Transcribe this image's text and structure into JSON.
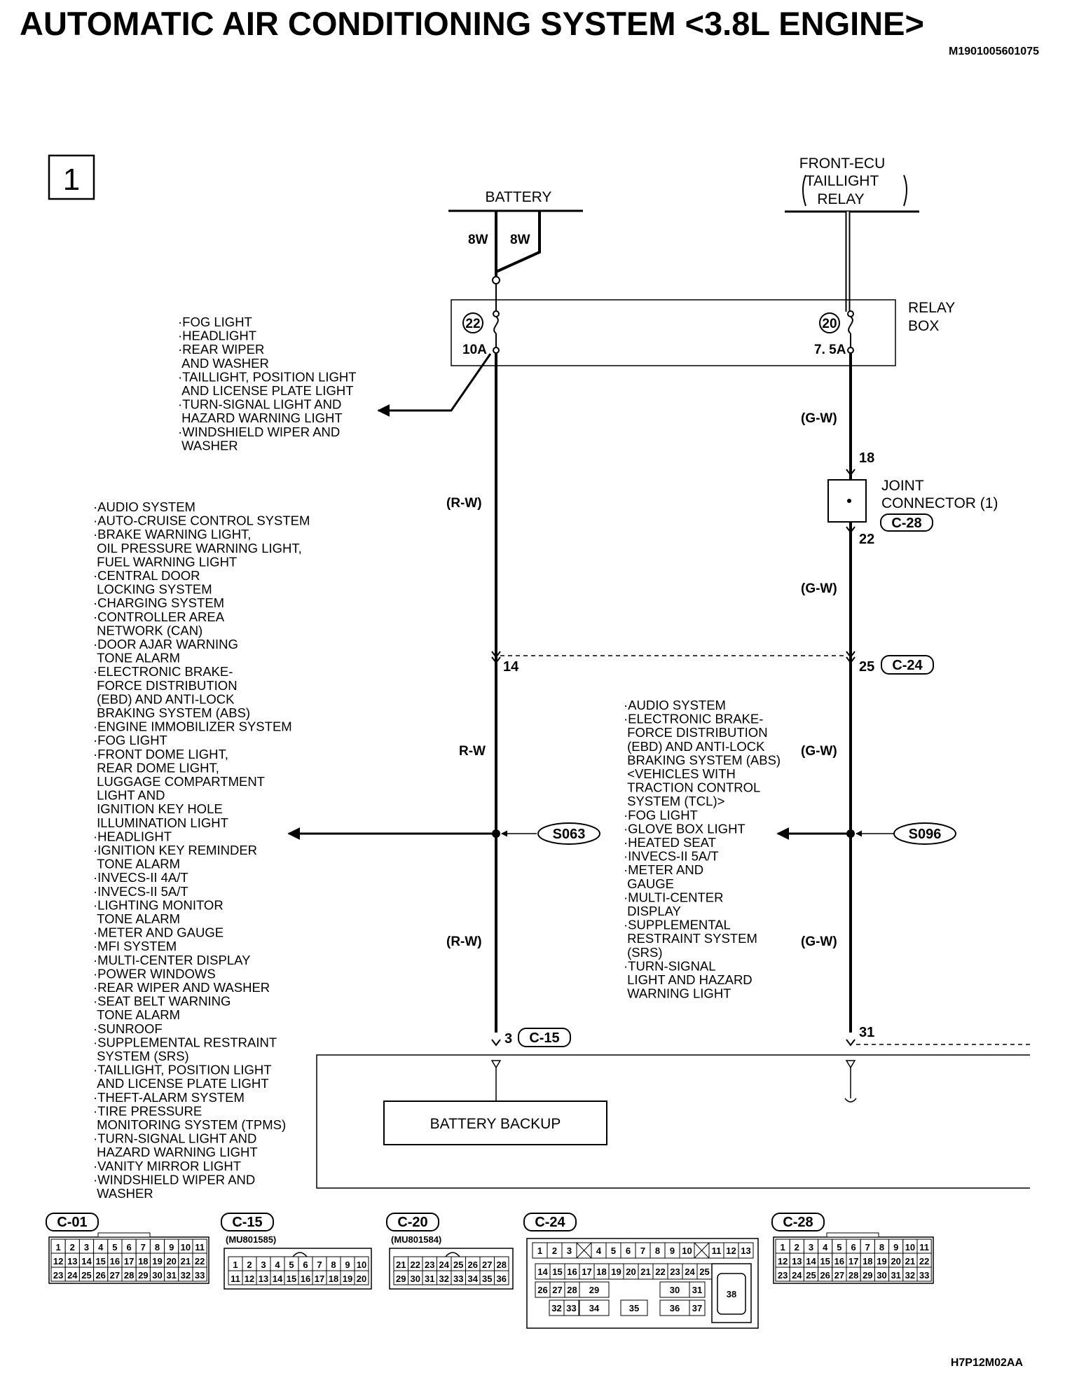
{
  "title": "AUTOMATIC AIR CONDITIONING SYSTEM <3.8L ENGINE>",
  "doc_code": "M1901005601075",
  "page_box": "1",
  "battery": "BATTERY",
  "front_ecu": [
    "FRONT-ECU",
    "TAILLIGHT",
    "RELAY"
  ],
  "relay_box": [
    "RELAY",
    "BOX"
  ],
  "wires": {
    "w8a": "8W",
    "w8b": "8W",
    "rw1": "(R-W)",
    "rw2": "R-W",
    "rw3": "(R-W)",
    "gw1": "(G-W)",
    "gw2": "(G-W)",
    "gw3": "(G-W)",
    "gw4": "(G-W)"
  },
  "fuses": {
    "left_num": "22",
    "left_amp": "10A",
    "right_num": "20",
    "right_amp": "7. 5A"
  },
  "joint": {
    "pin_top": "18",
    "pin_bottom": "22",
    "label": [
      "JOINT",
      "CONNECTOR (1)"
    ],
    "tag": "C-28"
  },
  "pins": {
    "p14": "14",
    "p25": "25",
    "c24": "C-24",
    "p3": "3",
    "c15": "C-15",
    "p31": "31"
  },
  "splices": {
    "left": "S063",
    "right": "S096"
  },
  "battery_backup": "BATTERY BACKUP",
  "fuse_list": [
    "·FOG LIGHT",
    "·HEADLIGHT",
    "·REAR WIPER",
    " AND WASHER",
    "·TAILLIGHT, POSITION LIGHT",
    " AND LICENSE PLATE LIGHT",
    "·TURN-SIGNAL LIGHT AND",
    " HAZARD WARNING LIGHT",
    "·WINDSHIELD WIPER AND",
    " WASHER"
  ],
  "left_list": [
    "·AUDIO SYSTEM",
    "·AUTO-CRUISE CONTROL SYSTEM",
    "·BRAKE WARNING LIGHT,",
    " OIL PRESSURE WARNING LIGHT,",
    " FUEL WARNING LIGHT",
    "·CENTRAL DOOR",
    " LOCKING SYSTEM",
    "·CHARGING SYSTEM",
    "·CONTROLLER AREA",
    " NETWORK (CAN)",
    "·DOOR AJAR WARNING",
    " TONE ALARM",
    "·ELECTRONIC BRAKE-",
    " FORCE DISTRIBUTION",
    " (EBD) AND ANTI-LOCK",
    " BRAKING SYSTEM (ABS)",
    "·ENGINE IMMOBILIZER SYSTEM",
    "·FOG LIGHT",
    "·FRONT DOME LIGHT,",
    " REAR DOME LIGHT,",
    " LUGGAGE COMPARTMENT",
    " LIGHT AND",
    " IGNITION KEY HOLE",
    " ILLUMINATION LIGHT",
    "·HEADLIGHT",
    "·IGNITION KEY REMINDER",
    " TONE ALARM",
    "·INVECS-II 4A/T",
    "·INVECS-II 5A/T",
    "·LIGHTING MONITOR",
    " TONE ALARM",
    "·METER AND GAUGE",
    "·MFI SYSTEM",
    "·MULTI-CENTER DISPLAY",
    "·POWER WINDOWS",
    "·REAR WIPER AND WASHER",
    "·SEAT BELT WARNING",
    " TONE ALARM",
    "·SUNROOF",
    "·SUPPLEMENTAL RESTRAINT",
    " SYSTEM (SRS)",
    "·TAILLIGHT, POSITION LIGHT",
    " AND LICENSE PLATE LIGHT",
    "·THEFT-ALARM SYSTEM",
    "·TIRE PRESSURE",
    " MONITORING SYSTEM (TPMS)",
    "·TURN-SIGNAL LIGHT AND",
    " HAZARD WARNING LIGHT",
    "·VANITY MIRROR LIGHT",
    "·WINDSHIELD WIPER AND",
    " WASHER"
  ],
  "right_list": [
    "·AUDIO SYSTEM",
    "·ELECTRONIC BRAKE-",
    " FORCE DISTRIBUTION",
    " (EBD) AND ANTI-LOCK",
    " BRAKING SYSTEM (ABS)",
    " <VEHICLES WITH",
    " TRACTION CONTROL",
    " SYSTEM (TCL)>",
    "·FOG LIGHT",
    "·GLOVE BOX LIGHT",
    "·HEATED SEAT",
    "·INVECS-II 5A/T",
    "·METER AND",
    " GAUGE",
    "·MULTI-CENTER",
    " DISPLAY",
    "·SUPPLEMENTAL",
    " RESTRAINT SYSTEM",
    " (SRS)",
    "·TURN-SIGNAL",
    " LIGHT AND HAZARD",
    " WARNING LIGHT"
  ],
  "connectors": {
    "c01": {
      "tag": "C-01",
      "rows": [
        [
          "1",
          "2",
          "3",
          "4",
          "5",
          "6",
          "7",
          "8",
          "9",
          "10",
          "11"
        ],
        [
          "12",
          "13",
          "14",
          "15",
          "16",
          "17",
          "18",
          "19",
          "20",
          "21",
          "22"
        ],
        [
          "23",
          "24",
          "25",
          "26",
          "27",
          "28",
          "29",
          "30",
          "31",
          "32",
          "33"
        ]
      ]
    },
    "c15": {
      "tag": "C-15",
      "part": "(MU801585)",
      "rows": [
        [
          "1",
          "2",
          "3",
          "4",
          "5",
          "6",
          "7",
          "8",
          "9",
          "10"
        ],
        [
          "11",
          "12",
          "13",
          "14",
          "15",
          "16",
          "17",
          "18",
          "19",
          "20"
        ]
      ]
    },
    "c20": {
      "tag": "C-20",
      "part": "(MU801584)",
      "rows": [
        [
          "21",
          "22",
          "23",
          "24",
          "25",
          "26",
          "27",
          "28"
        ],
        [
          "29",
          "30",
          "31",
          "32",
          "33",
          "34",
          "35",
          "36"
        ]
      ]
    },
    "c24": {
      "tag": "C-24",
      "row1": [
        "1",
        "2",
        "3",
        "",
        "4",
        "5",
        "6",
        "7",
        "8",
        "9",
        "10",
        "",
        "11",
        "12",
        "13"
      ],
      "row2": [
        "14",
        "15",
        "16",
        "17",
        "18",
        "19",
        "20",
        "21",
        "22",
        "23",
        "24",
        "25"
      ],
      "r3a": [
        "26",
        "27",
        "28"
      ],
      "r3b": "29",
      "r3c": "30",
      "r3d": "31",
      "r4a": [
        "32",
        "33"
      ],
      "r4b": "34",
      "r4c": "35",
      "r4d": "36",
      "r4e": "37",
      "big": "38"
    },
    "c28": {
      "tag": "C-28",
      "rows": [
        [
          "1",
          "2",
          "3",
          "4",
          "5",
          "6",
          "7",
          "8",
          "9",
          "10",
          "11"
        ],
        [
          "12",
          "13",
          "14",
          "15",
          "16",
          "17",
          "18",
          "19",
          "20",
          "21",
          "22"
        ],
        [
          "23",
          "24",
          "25",
          "26",
          "27",
          "28",
          "29",
          "30",
          "31",
          "32",
          "33"
        ]
      ]
    }
  },
  "footer_code": "H7P12M02AA"
}
